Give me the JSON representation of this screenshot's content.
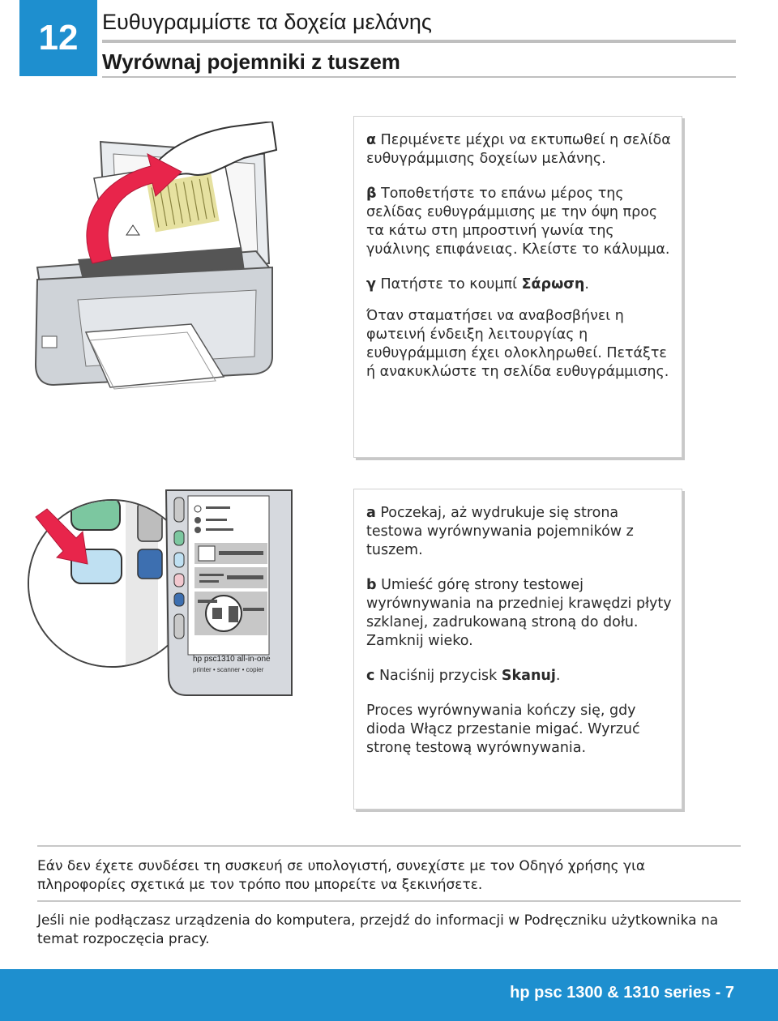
{
  "header": {
    "step_number": "12",
    "title_greek": "Ευθυγραμμίστε τα δοχεία μελάνης",
    "title_polish": "Wyrównaj pojemniki z tuszem"
  },
  "greek_panel": {
    "a_label": "α",
    "a_text": " Περιμένετε μέχρι να εκτυπωθεί η σελίδα ευθυγράμμισης δοχείων μελάνης.",
    "b_label": "β",
    "b_text": " Τοποθετήστε το επάνω μέρος της σελίδας ευθυγράμμισης με την όψη προς τα κάτω στη μπροστινή γωνία της γυάλινης επιφάνειας. Κλείστε το κάλυμμα.",
    "c_label": "γ",
    "c_text_prefix": " Πατήστε το κουμπί ",
    "c_button": "Σάρωση",
    "c_text_suffix": ".",
    "done_text": "Όταν σταματήσει να αναβοσβήνει η φωτεινή ένδειξη λειτουργίας η ευθυγράμμιση έχει ολοκληρωθεί. Πετάξτε ή ανακυκλώστε τη σελίδα ευθυγράμμισης."
  },
  "polish_panel": {
    "a_label": "a",
    "a_text": " Poczekaj, aż wydrukuje się strona testowa wyrównywania pojemników z tuszem.",
    "b_label": "b",
    "b_text": " Umieść górę strony testowej wyrównywania na przedniej krawędzi płyty szklanej, zadrukowaną stroną do dołu. Zamknij wieko.",
    "c_label": "c",
    "c_text_prefix": " Naciśnij przycisk ",
    "c_button": "Skanuj",
    "c_text_suffix": ".",
    "done_text": "Proces wyrównywania kończy się, gdy dioda Włącz przestanie migać. Wyrzuć stronę testową wyrównywania."
  },
  "panel_illustration": {
    "brand_line": "hp psc1310 all-in-one",
    "sub_line": "printer • scanner • copier"
  },
  "notes": {
    "greek": "Εάν δεν έχετε συνδέσει τη συσκευή σε υπολογιστή, συνεχίστε με τον Οδηγό χρήσης για πληροφορίες σχετικά με τον τρόπο που μπορείτε να ξεκινήσετε.",
    "polish": "Jeśli nie podłączasz urządzenia do komputera, przejdź do informacji w Podręczniku użytkownika na temat rozpoczęcia pracy."
  },
  "footer": {
    "text": "hp psc 1300 & 1310 series - 7"
  },
  "colors": {
    "accent": "#1e8fcf",
    "arrow": "#e8254b"
  }
}
